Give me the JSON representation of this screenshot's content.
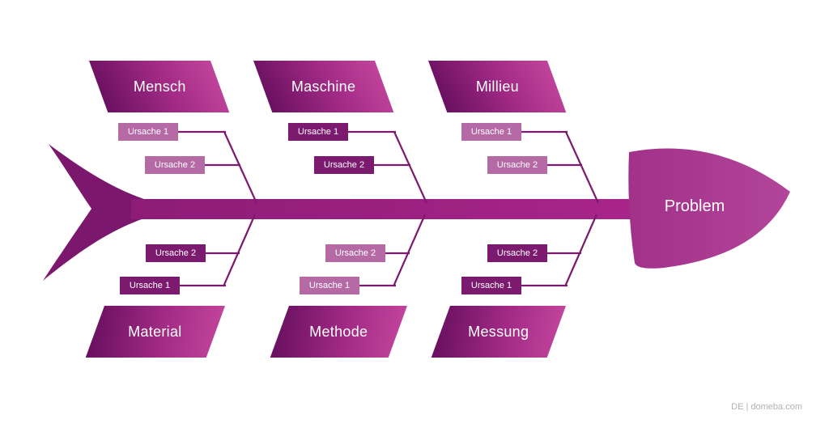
{
  "diagram": {
    "type": "fishbone-ishikawa",
    "problem_label": "Problem",
    "watermark": "DE | domeba.com"
  },
  "categories": {
    "top": [
      {
        "label": "Mensch",
        "causes": [
          {
            "label": "Ursache 1",
            "variant": "light"
          },
          {
            "label": "Ursache 2",
            "variant": "light"
          }
        ]
      },
      {
        "label": "Maschine",
        "causes": [
          {
            "label": "Ursache 1",
            "variant": "dark"
          },
          {
            "label": "Ursache 2",
            "variant": "dark"
          }
        ]
      },
      {
        "label": "Millieu",
        "causes": [
          {
            "label": "Ursache 1",
            "variant": "light"
          },
          {
            "label": "Ursache 2",
            "variant": "light"
          }
        ]
      }
    ],
    "bottom": [
      {
        "label": "Material",
        "causes": [
          {
            "label": "Ursache 2",
            "variant": "dark"
          },
          {
            "label": "Ursache 1",
            "variant": "dark"
          }
        ]
      },
      {
        "label": "Methode",
        "causes": [
          {
            "label": "Ursache 2",
            "variant": "light"
          },
          {
            "label": "Ursache 1",
            "variant": "light"
          }
        ]
      },
      {
        "label": "Messung",
        "causes": [
          {
            "label": "Ursache 2",
            "variant": "dark"
          },
          {
            "label": "Ursache 1",
            "variant": "dark"
          }
        ]
      }
    ]
  },
  "colors": {
    "dark_purple": "#7b1a6f",
    "light_mauve": "#b56aa6",
    "spine_left": "#8c1c77",
    "spine_right": "#a92589",
    "head_left": "#a23189",
    "head_right": "#b2459a",
    "category_gradient_start": "#69105f",
    "category_gradient_end": "#c2449b",
    "watermark_gray": "#b1b1b1",
    "background": "#ffffff"
  }
}
